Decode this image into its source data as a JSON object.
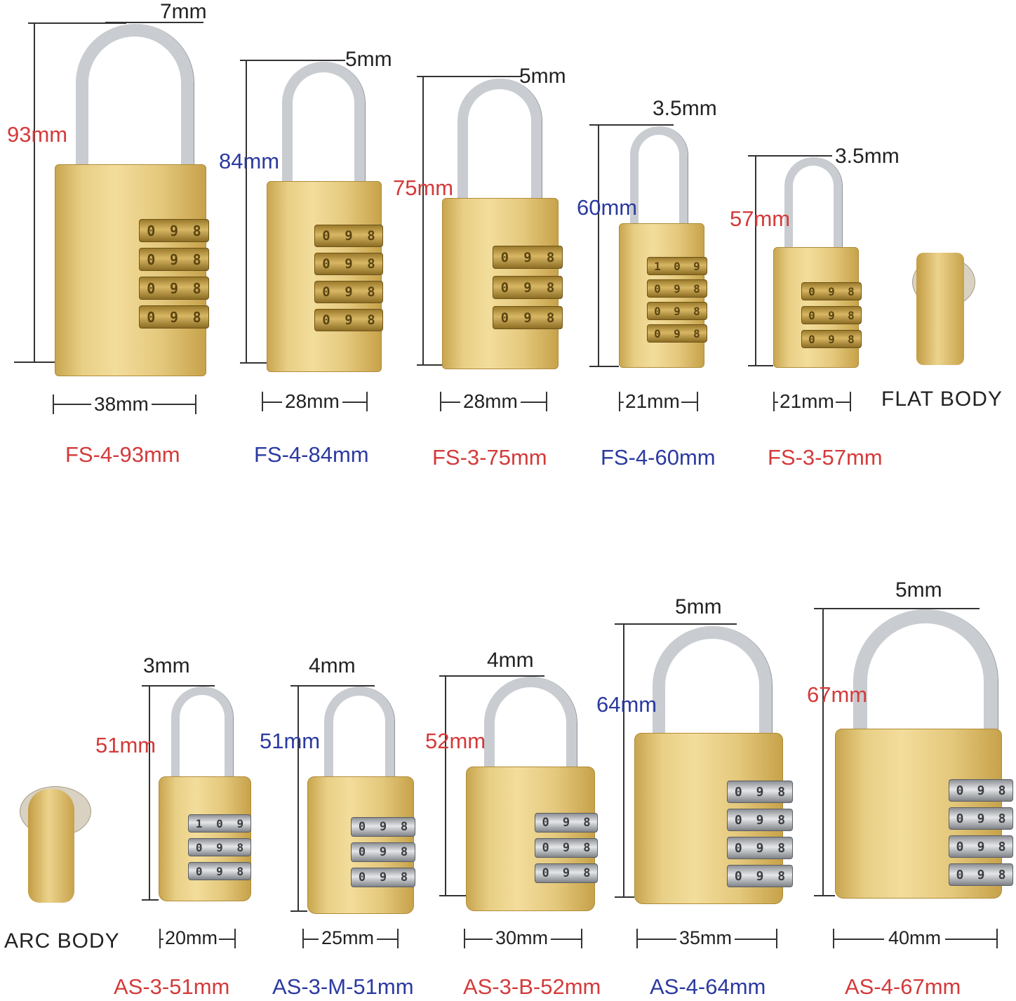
{
  "top_row": [
    {
      "model": "FS-4-93mm",
      "height": "93mm",
      "width": "38mm",
      "shackle": "7mm",
      "color": "red",
      "dials": 4
    },
    {
      "model": "FS-4-84mm",
      "height": "84mm",
      "width": "28mm",
      "shackle": "5mm",
      "color": "blue",
      "dials": 4
    },
    {
      "model": "FS-3-75mm",
      "height": "75mm",
      "width": "28mm",
      "shackle": "5mm",
      "color": "red",
      "dials": 3
    },
    {
      "model": "FS-4-60mm",
      "height": "60mm",
      "width": "21mm",
      "shackle": "3.5mm",
      "color": "blue",
      "dials": 4
    },
    {
      "model": "FS-3-57mm",
      "height": "57mm",
      "width": "21mm",
      "shackle": "3.5mm",
      "color": "red",
      "dials": 3
    }
  ],
  "bottom_row": [
    {
      "model": "AS-3-51mm",
      "height": "51mm",
      "width": "20mm",
      "shackle": "3mm",
      "color": "red",
      "dials": 3
    },
    {
      "model": "AS-3-M-51mm",
      "height": "51mm",
      "width": "25mm",
      "shackle": "4mm",
      "color": "blue",
      "dials": 3
    },
    {
      "model": "AS-3-B-52mm",
      "height": "52mm",
      "width": "30mm",
      "shackle": "4mm",
      "color": "red",
      "dials": 3
    },
    {
      "model": "AS-4-64mm",
      "height": "64mm",
      "width": "35mm",
      "shackle": "5mm",
      "color": "blue",
      "dials": 4
    },
    {
      "model": "AS-4-67mm",
      "height": "67mm",
      "width": "40mm",
      "shackle": "5mm",
      "color": "red",
      "dials": 4
    }
  ],
  "flat_body_label": "FLAT BODY",
  "arc_body_label": "ARC BODY",
  "colors": {
    "red": "#d43a3a",
    "blue": "#2b3aa0",
    "brass": "#e8cf86",
    "steel": "#c9ccd0"
  }
}
